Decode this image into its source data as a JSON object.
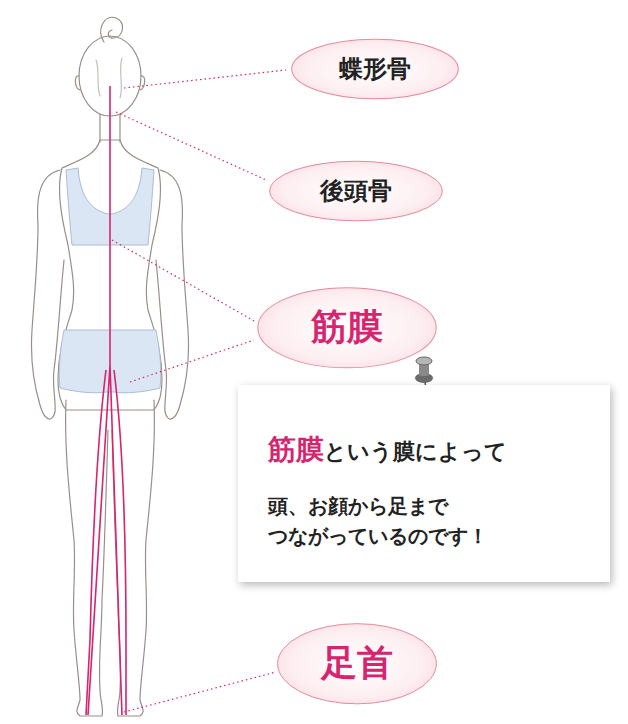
{
  "diagram": {
    "nodes": [
      {
        "text": [
          "蝶形骨"
        ]
      },
      {
        "text": [
          "後頭骨"
        ]
      },
      {
        "text": [
          "筋膜"
        ]
      },
      {
        "text": [
          "筋膜",
          "という膜によって",
          "頭、お顔から足まで つながっているのです！"
        ]
      },
      {
        "text": [
          "足首"
        ]
      }
    ]
  }
}
